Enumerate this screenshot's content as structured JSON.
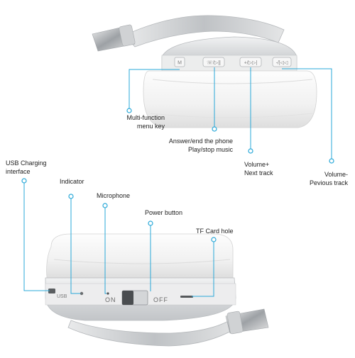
{
  "labels": {
    "multi_function": [
      "Multi-function",
      "menu key"
    ],
    "answer_end": [
      "Answer/end the phone",
      "Play/stop music"
    ],
    "volume_plus": [
      "Volume+",
      "Next track"
    ],
    "volume_minus": [
      "Volume-",
      "Pevious track"
    ],
    "usb_charging": [
      "USB Charging",
      "interface"
    ],
    "indicator": "Indicator",
    "microphone": "Microphone",
    "power_button": "Power button",
    "tf_card": "TF Card hole"
  },
  "device_markings": {
    "m_key": "M",
    "phone_key": "☏/▷||",
    "vol_plus_key": "+/▷▷|",
    "vol_minus_key": "-/|◁◁",
    "usb": "USB",
    "on": "ON",
    "off": "OFF"
  },
  "colors": {
    "accent": "#29a8d8",
    "housing": "#d9dadb",
    "cushion": "#f4f4f4",
    "band": "#c7c9cb"
  }
}
